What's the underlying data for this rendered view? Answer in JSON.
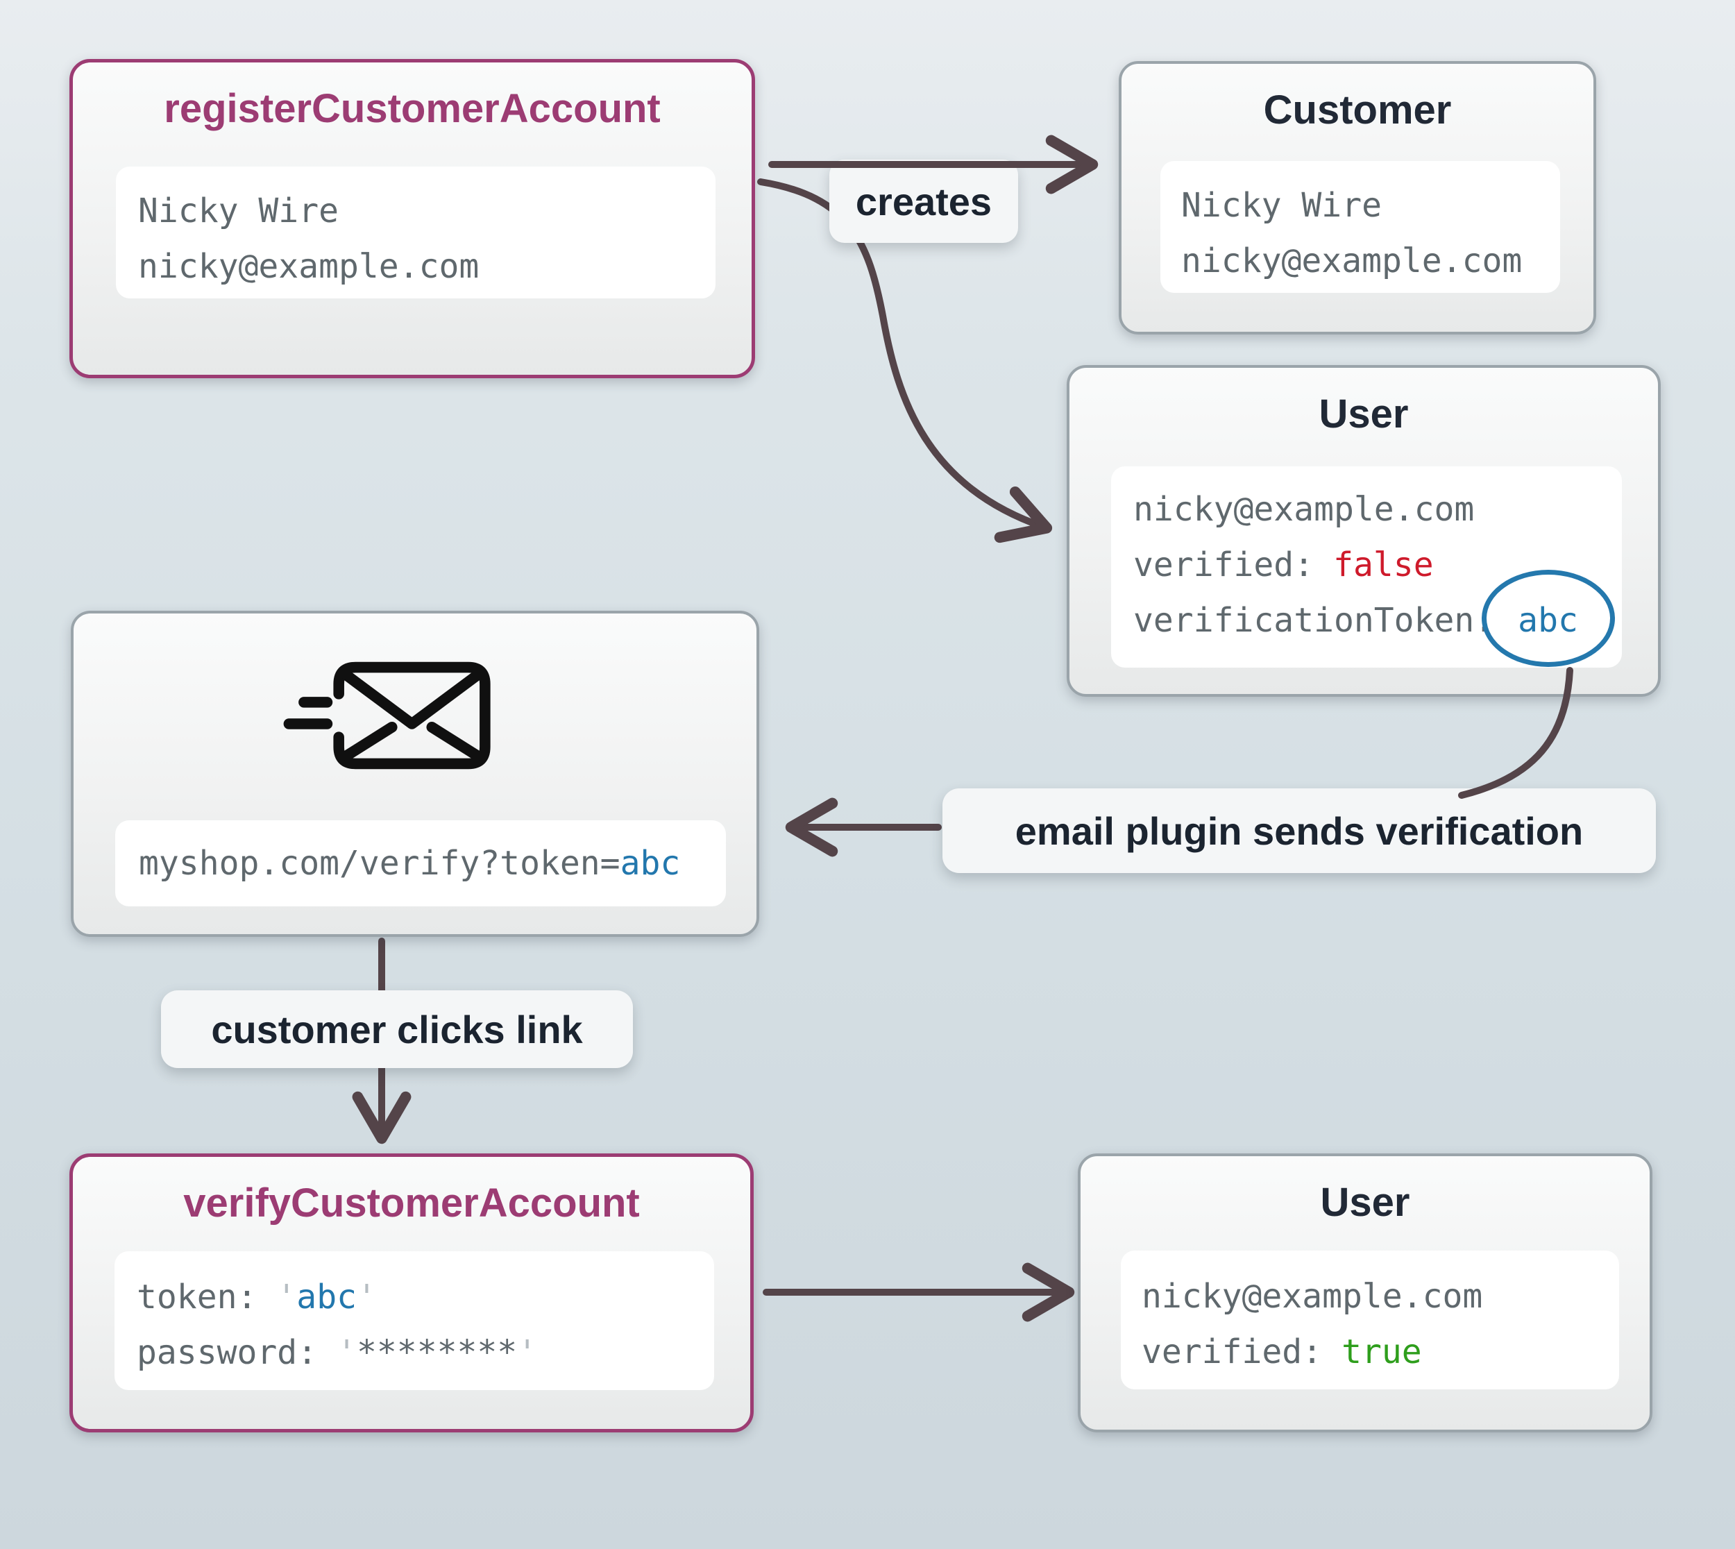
{
  "register": {
    "title": "registerCustomerAccount",
    "name": "Nicky Wire",
    "email": "nicky@example.com"
  },
  "customer": {
    "title": "Customer",
    "name": "Nicky Wire",
    "email": "nicky@example.com"
  },
  "user_unverified": {
    "title": "User",
    "email": "nicky@example.com",
    "verified_label": "verified:",
    "verified_value": "false",
    "token_label": "verificationToken:",
    "token_value": "abc"
  },
  "email_message": {
    "icon": "send-email-icon",
    "link_prefix": "myshop.com/verify?token=",
    "link_token": "abc"
  },
  "verify": {
    "title": "verifyCustomerAccount",
    "token_label": "token:",
    "quote": "'",
    "token_value": "abc",
    "password_label": "password:",
    "password_value": "********"
  },
  "user_verified": {
    "title": "User",
    "email": "nicky@example.com",
    "verified_label": "verified:",
    "verified_value": "true"
  },
  "edge_labels": {
    "creates": "creates",
    "email_plugin": "email plugin sends verification",
    "customer_clicks": "customer clicks link"
  },
  "colors": {
    "accent_purple": "#9c3c73",
    "box_border_gray": "#9aa4aa",
    "token_blue": "#2277ad",
    "false_red": "#ce1a2b",
    "true_green": "#2e9e1c",
    "arrow": "#544449",
    "background": "#d5dfe4"
  }
}
